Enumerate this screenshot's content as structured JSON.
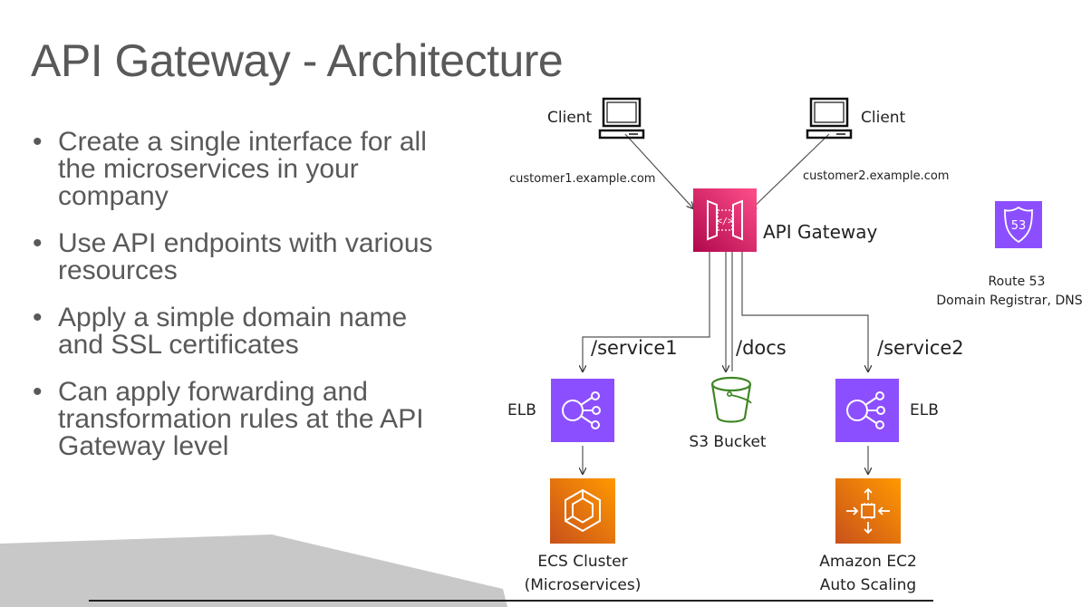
{
  "slide": {
    "title": "API Gateway - Architecture",
    "bullets": [
      "Create a single interface for all the microservices in your company",
      "Use API endpoints with various resources",
      "Apply a simple domain name and SSL certificates",
      "Can apply forwarding and transformation rules at the API Gateway level"
    ]
  },
  "diagram": {
    "client_left": "Client",
    "client_right": "Client",
    "url_left": "customer1.example.com",
    "url_right": "customer2.example.com",
    "gateway": "API Gateway",
    "route53": {
      "name": "Route 53",
      "desc": "Domain Registrar, DNS",
      "badge": "53"
    },
    "paths": [
      "/service1",
      "/docs",
      "/service2"
    ],
    "elb_left": "ELB",
    "elb_right": "ELB",
    "s3": "S3 Bucket",
    "ecs_line1": "ECS Cluster",
    "ecs_line2": "(Microservices)",
    "ec2_line1": "Amazon EC2",
    "ec2_line2": "Auto Scaling"
  },
  "colors": {
    "gateway": "#C7175E",
    "elb": "#8C4FFF",
    "compute": "#E8741F",
    "s3": "#3F8624",
    "text_gray": "#595959",
    "footer_wedge": "#C8C8C8"
  },
  "icons": [
    "laptop-icon",
    "api-gateway-icon",
    "route53-icon",
    "elb-icon",
    "s3-bucket-icon",
    "ecs-icon",
    "auto-scaling-icon"
  ]
}
